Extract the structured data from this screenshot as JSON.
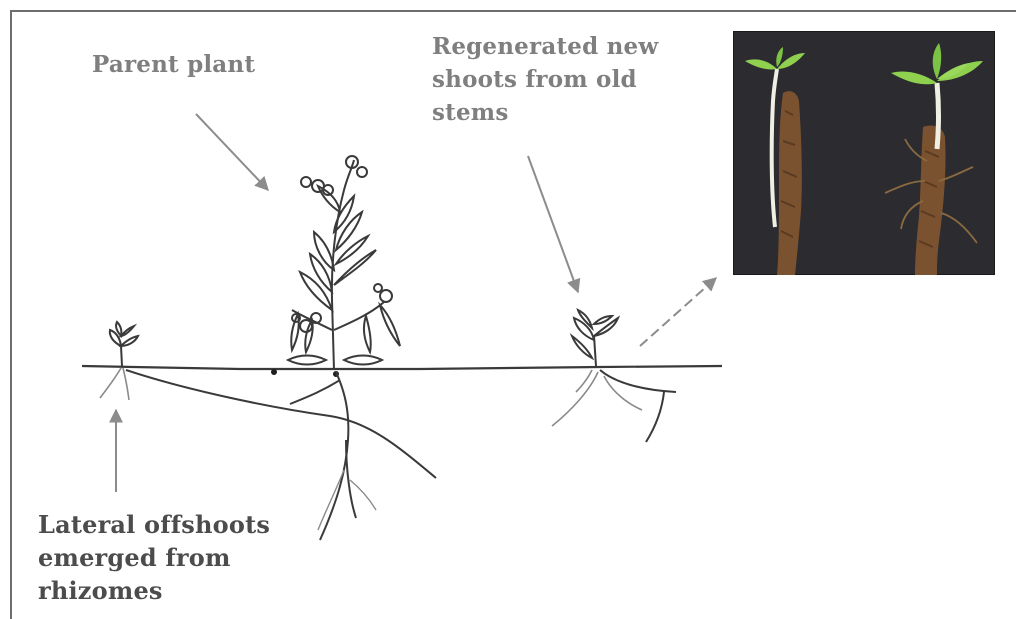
{
  "labels": {
    "parent_plant": "Parent plant",
    "regenerated_line1": "Regenerated new",
    "regenerated_line2": "shoots from old",
    "regenerated_line3": "stems",
    "lateral_line1": "Lateral offshoots",
    "lateral_line2": "emerged from",
    "lateral_line3": "rhizomes"
  },
  "colors": {
    "sketch_line": "#3a3a3a",
    "arrow": "#8c8c8c",
    "label_text": "#7f7f7f",
    "photo_background": "#2b2b30",
    "leaf_green": "#8fd14f",
    "root_brown": "#7a5230",
    "white_stem": "#f0efe4"
  }
}
